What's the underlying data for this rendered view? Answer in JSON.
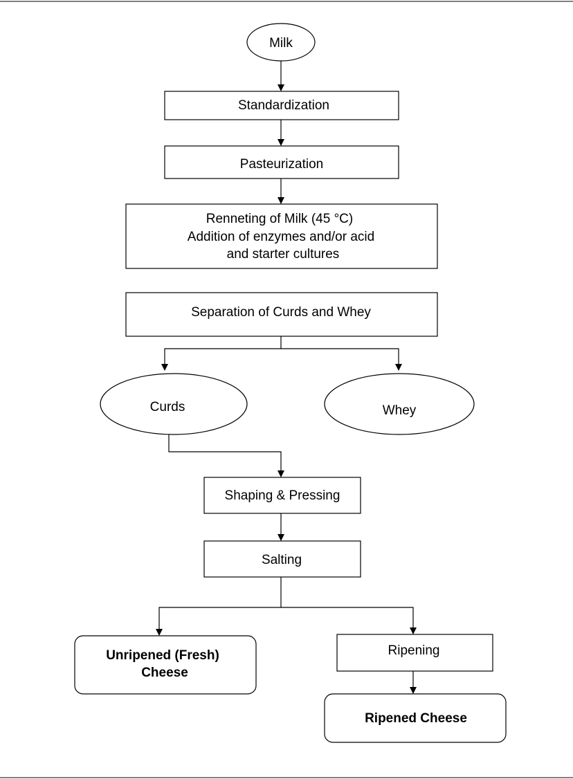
{
  "diagram": {
    "milk": "Milk",
    "standardization": "Standardization",
    "pasteurization": "Pasteurization",
    "renneting": {
      "line1": "Renneting of Milk (45 °C)",
      "line2": "Addition of enzymes and/or acid",
      "line3": "and starter cultures"
    },
    "separation": "Separation of Curds and Whey",
    "curds": "Curds",
    "whey": "Whey",
    "shaping": "Shaping & Pressing",
    "salting": "Salting",
    "unripened": {
      "line1": "Unripened (Fresh)",
      "line2": "Cheese"
    },
    "ripening": "Ripening",
    "ripened": "Ripened Cheese"
  }
}
